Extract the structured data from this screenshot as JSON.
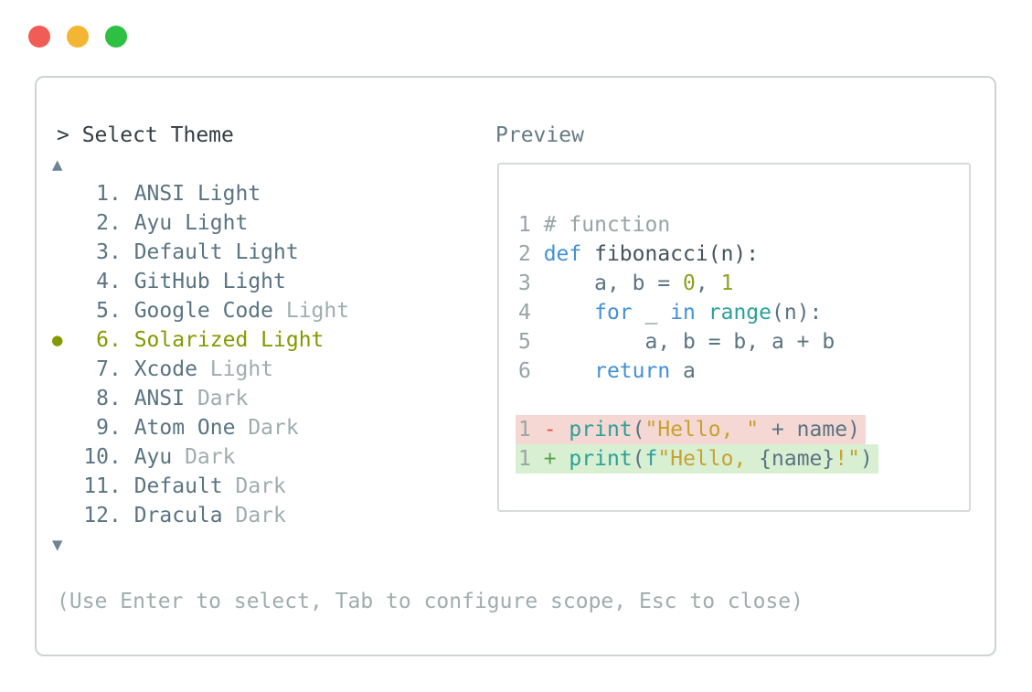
{
  "window": {
    "controls": [
      {
        "name": "close",
        "color": "#f25c57"
      },
      {
        "name": "minimize",
        "color": "#f2b632"
      },
      {
        "name": "maximize",
        "color": "#2dc043"
      }
    ]
  },
  "dialog": {
    "prompt": "> Select Theme",
    "scroll_up": "▲",
    "scroll_down": "▼",
    "selected_bullet": "●",
    "help": "(Use Enter to select, Tab to configure scope, Esc to close)",
    "themes": [
      {
        "number": "1.",
        "name": "ANSI",
        "variant": "Light",
        "variant_dim": false,
        "selected": false
      },
      {
        "number": "2.",
        "name": "Ayu",
        "variant": "Light",
        "variant_dim": false,
        "selected": false
      },
      {
        "number": "3.",
        "name": "Default",
        "variant": "Light",
        "variant_dim": false,
        "selected": false
      },
      {
        "number": "4.",
        "name": "GitHub",
        "variant": "Light",
        "variant_dim": false,
        "selected": false
      },
      {
        "number": "5.",
        "name": "Google Code",
        "variant": "Light",
        "variant_dim": true,
        "selected": false
      },
      {
        "number": "6.",
        "name": "Solarized",
        "variant": "Light",
        "variant_dim": false,
        "selected": true
      },
      {
        "number": "7.",
        "name": "Xcode",
        "variant": "Light",
        "variant_dim": true,
        "selected": false
      },
      {
        "number": "8.",
        "name": "ANSI",
        "variant": "Dark",
        "variant_dim": true,
        "selected": false
      },
      {
        "number": "9.",
        "name": "Atom One",
        "variant": "Dark",
        "variant_dim": true,
        "selected": false
      },
      {
        "number": "10.",
        "name": "Ayu",
        "variant": "Dark",
        "variant_dim": true,
        "selected": false
      },
      {
        "number": "11.",
        "name": "Default",
        "variant": "Dark",
        "variant_dim": true,
        "selected": false
      },
      {
        "number": "12.",
        "name": "Dracula",
        "variant": "Dark",
        "variant_dim": true,
        "selected": false
      }
    ]
  },
  "preview": {
    "label": "Preview",
    "code_lines": [
      {
        "num": "1",
        "diff": null,
        "tokens": [
          [
            "comment",
            "# function"
          ]
        ]
      },
      {
        "num": "2",
        "diff": null,
        "tokens": [
          [
            "keyword",
            "def"
          ],
          [
            "ident",
            " fibonacci(n):"
          ]
        ]
      },
      {
        "num": "3",
        "diff": null,
        "tokens": [
          [
            "plain",
            "    a, b = "
          ],
          [
            "number",
            "0"
          ],
          [
            "plain",
            ", "
          ],
          [
            "number",
            "1"
          ]
        ]
      },
      {
        "num": "4",
        "diff": null,
        "tokens": [
          [
            "plain",
            "    "
          ],
          [
            "keyword",
            "for"
          ],
          [
            "plain",
            " _ "
          ],
          [
            "keyword",
            "in"
          ],
          [
            "plain",
            " "
          ],
          [
            "builtin",
            "range"
          ],
          [
            "plain",
            "(n):"
          ]
        ]
      },
      {
        "num": "5",
        "diff": null,
        "tokens": [
          [
            "plain",
            "        a, b = b, a + b"
          ]
        ]
      },
      {
        "num": "6",
        "diff": null,
        "tokens": [
          [
            "plain",
            "    "
          ],
          [
            "keyword",
            "return"
          ],
          [
            "plain",
            " a"
          ]
        ]
      },
      {
        "num": "",
        "diff": null,
        "tokens": []
      },
      {
        "num": "1",
        "diff": "removed",
        "tokens": [
          [
            "removed-sign",
            "- "
          ],
          [
            "builtin",
            "print"
          ],
          [
            "plain",
            "("
          ],
          [
            "string",
            "\"Hello, \""
          ],
          [
            "plain",
            " + name)"
          ]
        ]
      },
      {
        "num": "1",
        "diff": "added",
        "tokens": [
          [
            "added-sign",
            "+ "
          ],
          [
            "builtin",
            "print"
          ],
          [
            "plain",
            "("
          ],
          [
            "builtin",
            "f"
          ],
          [
            "string",
            "\"Hello, "
          ],
          [
            "plain",
            "{name}"
          ],
          [
            "string",
            "!\""
          ],
          [
            "plain",
            ")"
          ]
        ]
      }
    ]
  },
  "palette": {
    "panel_border": "#ccd4d3",
    "preview_border": "#d6dad9",
    "text_dark": "#333d44",
    "text_slate": "#5a7482",
    "text_dim": "#9fadad",
    "label_gray": "#667b84",
    "selected_green": "#859900",
    "arrow": "#6d8495",
    "line_number": "#98a4a6",
    "comment": "#97a5a5",
    "keyword": "#4291d7",
    "ident": "#44545d",
    "plain_code": "#5a7482",
    "builtin_teal": "#2aa198",
    "number_olive": "#8fa01e",
    "string_gold": "#c7a230",
    "removed_red": "#e0524a",
    "added_green": "#55a34d",
    "removed_bg": "#f5d8d4",
    "added_bg": "#d9efd2"
  }
}
